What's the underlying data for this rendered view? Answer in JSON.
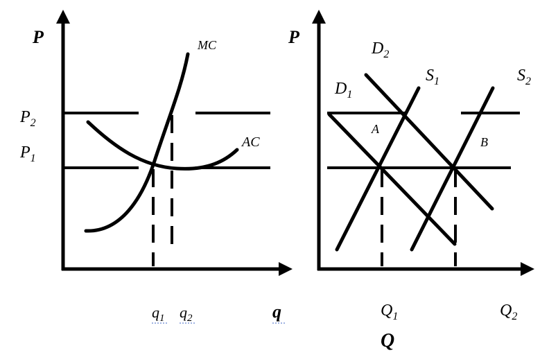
{
  "left_panel": {
    "y_axis_label": "P",
    "x_axis_label": "q",
    "price_labels": [
      {
        "main": "P",
        "sub": "2"
      },
      {
        "main": "P",
        "sub": "1"
      }
    ],
    "quantity_labels": [
      {
        "main": "q",
        "sub": "1"
      },
      {
        "main": "q",
        "sub": "2"
      }
    ],
    "curve_labels": {
      "mc": "MC",
      "ac": "AC"
    }
  },
  "right_panel": {
    "y_axis_label": "P",
    "x_axis_label": "Q",
    "quantity_labels": [
      {
        "main": "Q",
        "sub": "1"
      },
      {
        "main": "Q",
        "sub": "2"
      }
    ],
    "curve_labels": {
      "d1": {
        "main": "D",
        "sub": "1"
      },
      "d2": {
        "main": "D",
        "sub": "2"
      },
      "s1": {
        "main": "S",
        "sub": "1"
      },
      "s2": {
        "main": "S",
        "sub": "2"
      }
    },
    "point_labels": {
      "a": "A",
      "b": "B"
    }
  },
  "colors": {
    "ink": "#000000",
    "background": "#ffffff",
    "spellcheck": "#3c66c4"
  }
}
